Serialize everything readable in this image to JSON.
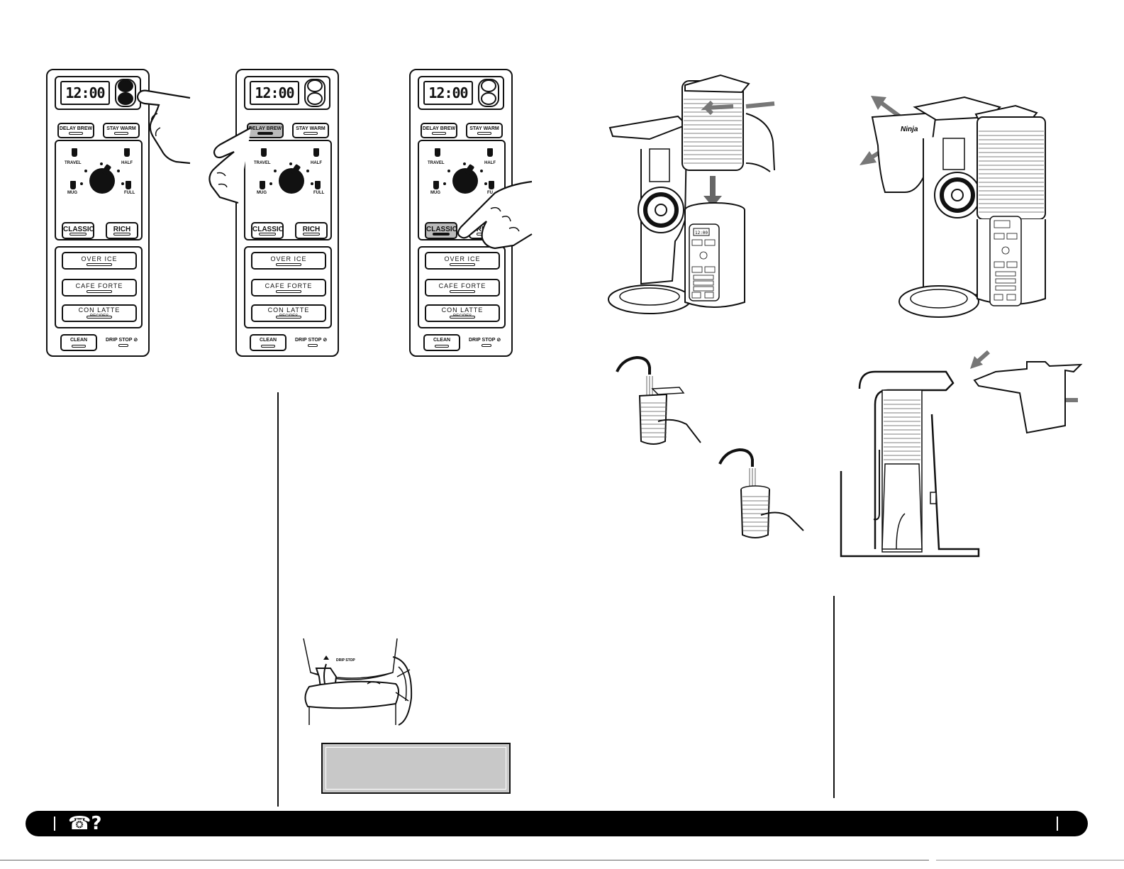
{
  "panels": [
    {
      "id": "panel-1",
      "clock": "12:00",
      "delay_brew": "DELAY BREW",
      "stay_warm": "STAY WARM",
      "sizes": {
        "travel": "TRAVEL",
        "half": "HALF",
        "mug": "MUG",
        "full": "FULL"
      },
      "classic": "CLASSIC",
      "rich": "RICH",
      "over_ice": "OVER  ICE",
      "cafe_forte": "CAFE  FORTE",
      "con_latte": "CON  LATTE",
      "recipes": "RECIPES",
      "clean": "CLEAN",
      "drip_stop": "DRIP STOP"
    },
    {
      "id": "panel-2",
      "clock": "12:00",
      "delay_brew": "DELAY BREW",
      "stay_warm": "STAY WARM",
      "sizes": {
        "travel": "TRAVEL",
        "half": "HALF",
        "mug": "MUG",
        "full": "FULL"
      },
      "classic": "CLASSIC",
      "rich": "RICH",
      "over_ice": "OVER  ICE",
      "cafe_forte": "CAFE  FORTE",
      "con_latte": "CON  LATTE",
      "recipes": "RECIPES",
      "clean": "CLEAN",
      "drip_stop": "DRIP STOP"
    },
    {
      "id": "panel-3",
      "clock": "12:00",
      "delay_brew": "DELAY BREW",
      "stay_warm": "STAY WARM",
      "sizes": {
        "travel": "TRAVEL",
        "half": "HALF",
        "mug": "MUG",
        "full": "FU"
      },
      "classic": "CLASSIC",
      "rich": "RICH",
      "over_ice": "OVER  ICE",
      "cafe_forte": "CAFE  FORTE",
      "con_latte": "CON  LATTE",
      "recipes": "RECIPES",
      "clean": "CLEAN",
      "drip_stop": "DRIP STOP"
    }
  ],
  "machine": {
    "mini_clock": "12:00",
    "brand": "Ninja"
  },
  "drip_stop_photo": {
    "label": "DRIP STOP"
  },
  "footer": {
    "phone_glyph": "☎?"
  },
  "colors": {
    "ink": "#111111",
    "highlight": "#bbbbbb",
    "note_fill": "#c8c8c8",
    "footer": "#000000"
  }
}
